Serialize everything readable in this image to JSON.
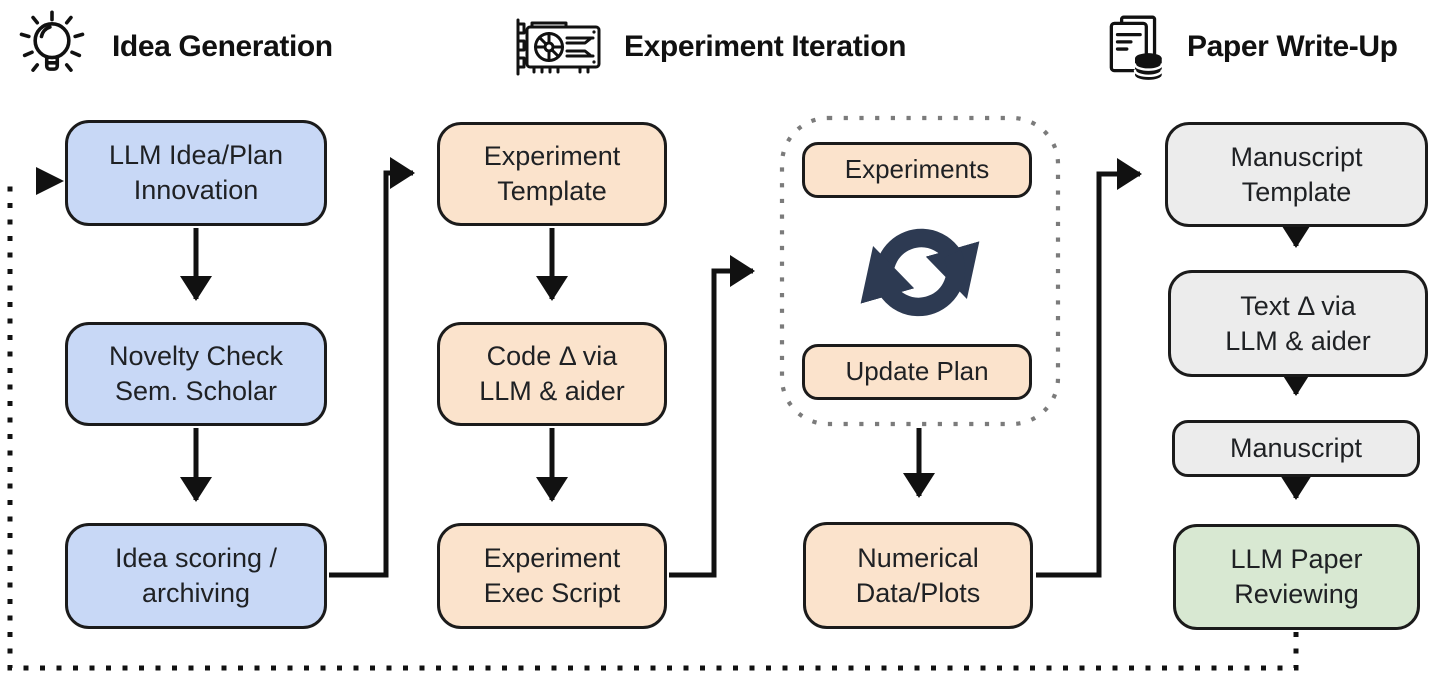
{
  "figure": {
    "sections": [
      {
        "label": "Idea Generation",
        "icon": "lightbulb-icon"
      },
      {
        "label": "Experiment Iteration",
        "icon": "gpu-card-icon"
      },
      {
        "label": "Paper Write-Up",
        "icon": "paper-database-icon"
      }
    ],
    "nodes": {
      "idea_innovation": "LLM Idea/Plan\nInnovation",
      "novelty_check": "Novelty Check\nSem. Scholar",
      "idea_scoring": "Idea scoring /\narchiving",
      "experiment_template": "Experiment\nTemplate",
      "code_delta": "Code Δ via\nLLM & aider",
      "experiment_exec": "Experiment\nExec Script",
      "experiments": "Experiments",
      "update_plan": "Update Plan",
      "numerical_data": "Numerical\nData/Plots",
      "manuscript_template": "Manuscript\nTemplate",
      "text_delta": "Text Δ via\nLLM & aider",
      "manuscript": "Manuscript",
      "llm_reviewing": "LLM Paper\nReviewing"
    },
    "icons": {
      "loop": "cycle-arrows-icon"
    },
    "colors": {
      "idea_fill": "#c8d8f6",
      "experiment_fill": "#fbe3cc",
      "writeup_fill": "#ececec",
      "review_fill": "#d8e8d2",
      "node_border": "#1b1b1b",
      "arrow": "#111111",
      "loop_icon": "#2d3a52",
      "dotted_container": "#7b7b7b"
    }
  }
}
